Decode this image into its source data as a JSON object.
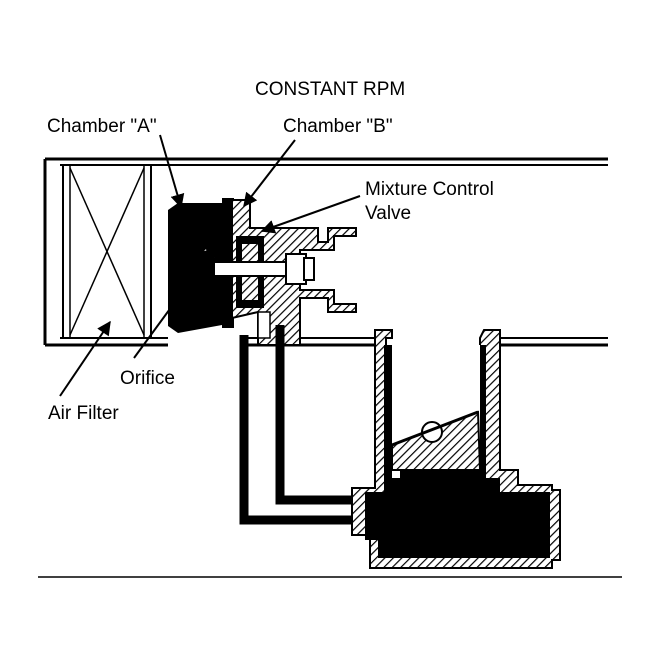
{
  "diagram": {
    "title": "CONSTANT RPM",
    "labels": {
      "chamber_a": "Chamber \"A\"",
      "chamber_b": "Chamber \"B\"",
      "mixture_control_line1": "Mixture Control",
      "mixture_control_line2": "Valve",
      "orifice": "Orifice",
      "air_filter": "Air Filter"
    }
  }
}
